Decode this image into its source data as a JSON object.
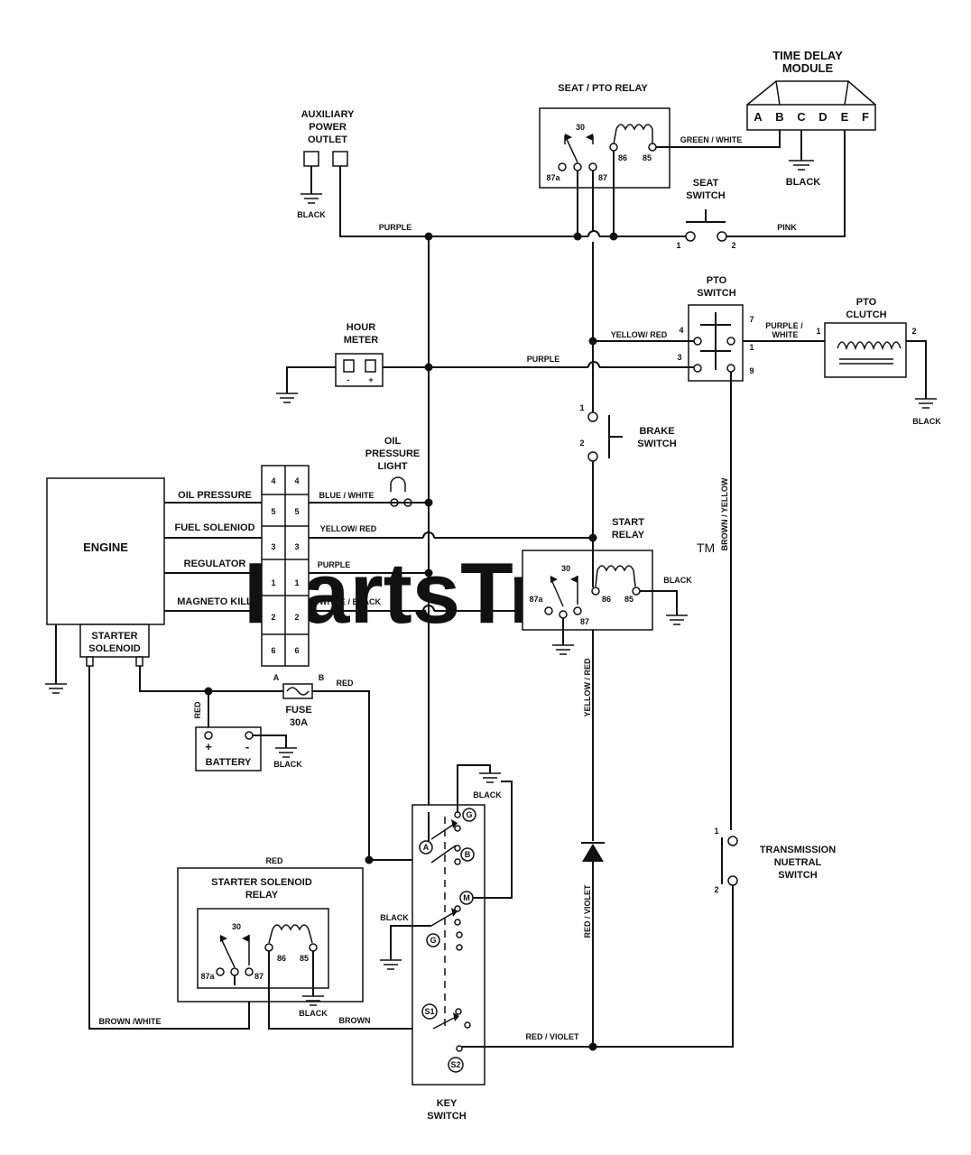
{
  "watermark": {
    "text": "PartsTree",
    "tm": "TM"
  },
  "components": {
    "time_delay_module": {
      "line1": "TIME DELAY",
      "line2": "MODULE",
      "pins": [
        "A",
        "B",
        "C",
        "D",
        "E",
        "F"
      ]
    },
    "seat_pto_relay": {
      "label": "SEAT / PTO RELAY",
      "pins": [
        "30",
        "86",
        "85",
        "87a",
        "87"
      ]
    },
    "aux_power": {
      "line1": "AUXILIARY",
      "line2": "POWER",
      "line3": "OUTLET"
    },
    "seat_switch": {
      "line1": "SEAT",
      "line2": "SWITCH",
      "pin1": "1",
      "pin2": "2"
    },
    "pto_switch": {
      "line1": "PTO",
      "line2": "SWITCH",
      "pins": [
        "7",
        "4",
        "1",
        "3",
        "9"
      ]
    },
    "pto_clutch": {
      "line1": "PTO",
      "line2": "CLUTCH",
      "pin1": "1",
      "pin2": "2"
    },
    "hour_meter": {
      "line1": "HOUR",
      "line2": "METER",
      "minus": "-",
      "plus": "+"
    },
    "brake_switch": {
      "line1": "BRAKE",
      "line2": "SWITCH",
      "pin1": "1",
      "pin2": "2"
    },
    "oil_pressure_light": {
      "line1": "OIL",
      "line2": "PRESSURE",
      "line3": "LIGHT"
    },
    "engine": {
      "label": "ENGINE",
      "connector": [
        "4",
        "5",
        "3",
        "1",
        "2",
        "6"
      ]
    },
    "starter_solenoid": {
      "line1": "STARTER",
      "line2": "SOLENOID"
    },
    "start_relay": {
      "line1": "START",
      "line2": "RELAY",
      "pins": [
        "30",
        "86",
        "85",
        "87a",
        "87"
      ]
    },
    "fuse": {
      "line1": "FUSE",
      "line2": "30A",
      "a": "A",
      "b": "B"
    },
    "battery": {
      "label": "BATTERY",
      "plus": "+",
      "minus": "-"
    },
    "starter_solenoid_relay": {
      "line1": "STARTER SOLENOID",
      "line2": "RELAY",
      "pins": [
        "30",
        "86",
        "85",
        "87a",
        "87"
      ]
    },
    "key_switch": {
      "line1": "KEY",
      "line2": "SWITCH",
      "terminals": [
        "G",
        "A",
        "B",
        "M",
        "G",
        "S1",
        "S2"
      ]
    },
    "transmission_switch": {
      "line1": "TRANSMISSION",
      "line2": "NUETRAL",
      "line3": "SWITCH",
      "pin1": "1",
      "pin2": "2"
    }
  },
  "engine_wires": [
    "OIL PRESSURE",
    "FUEL SOLENIOD",
    "REGULATOR",
    "MAGNETO KILL"
  ],
  "wire_labels": {
    "black": "BLACK",
    "purple": "PURPLE",
    "pink": "PINK",
    "green_white": "GREEN / WHITE",
    "yellow_red": "YELLOW/ RED",
    "purple_white_1": "PURPLE /",
    "purple_white_2": "WHITE",
    "blue_white": "BLUE / WHITE",
    "white_black": "WHITE / BLACK",
    "red": "RED",
    "brown_yellow": "BROWN / YELLOW",
    "yellow_red_vert": "YELLOW / RED",
    "red_violet": "RED / VIOLET",
    "brown_white": "BROWN /WHITE",
    "brown": "BROWN"
  }
}
